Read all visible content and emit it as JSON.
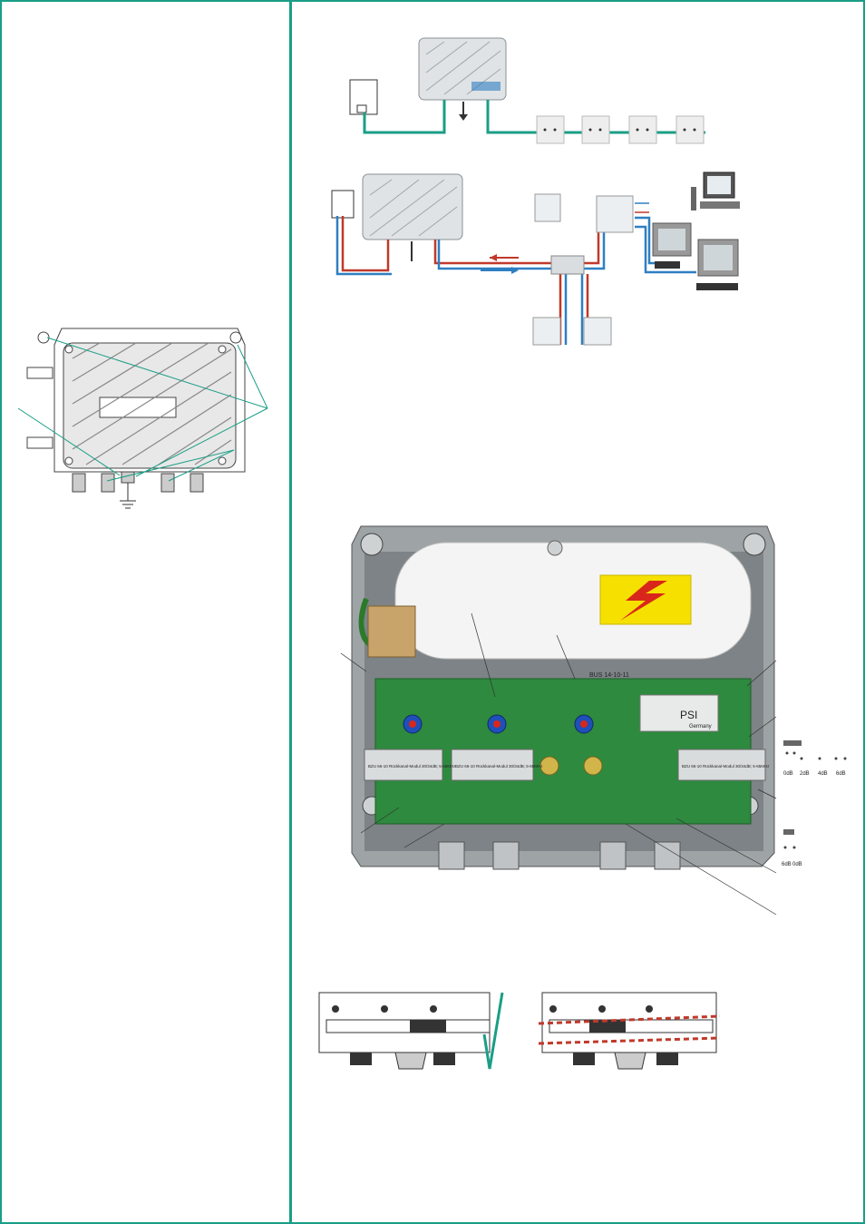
{
  "colors": {
    "accent": "#1a9e86",
    "downstream": "#c0392b",
    "return_path": "#2e7fc1",
    "warning": "#f6e000"
  },
  "board": {
    "module_left": "BZU 66-10 Rückkanal-Modul 30/34dB; 5-65MHz",
    "module_mid": "BZU 66-10 Rückkanal-Modul 30/34dB; 5-65MHz",
    "module_right": "BZU 66-10 Rückkanal-Modul 30/34dB; 5-65MHz",
    "pcb_text": "BUS 14-10-11",
    "chip_brand": "PSI",
    "chip_country": "Germany"
  },
  "attenuation": {
    "labels": [
      "0dB",
      "2dB",
      "4dB",
      "6dB"
    ],
    "labels_b": [
      "6dB",
      "0dB"
    ]
  }
}
